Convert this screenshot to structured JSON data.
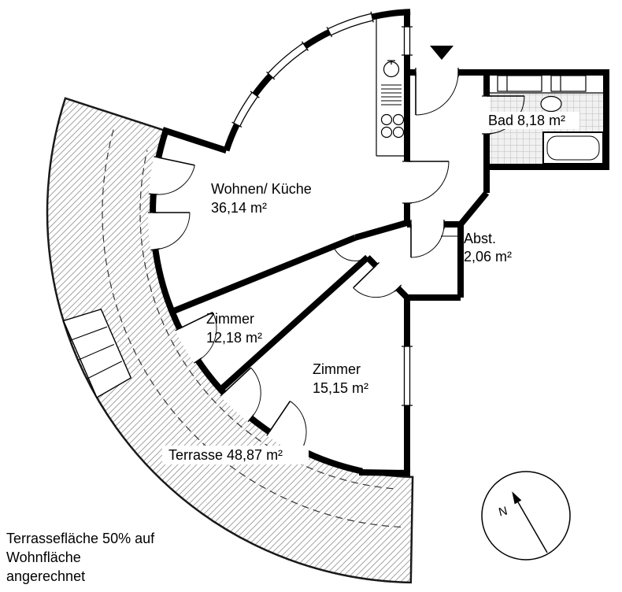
{
  "rooms": {
    "living": {
      "name": "Wohnen/ Küche",
      "area": "36,14 m²"
    },
    "bath": {
      "label": "Bad 8,18 m²"
    },
    "storage": {
      "name": "Abst.",
      "area": "2,06 m²"
    },
    "room1": {
      "name": "Zimmer",
      "area": "12,18 m²"
    },
    "room2": {
      "name": "Zimmer",
      "area": "15,15 m²"
    },
    "terrace": {
      "label": "Terrasse 48,87 m²"
    }
  },
  "note": {
    "line1": "Terrassefläche 50% auf",
    "line2": "Wohnfläche",
    "line3": "angerechnet"
  },
  "compass": {
    "label": "N"
  },
  "colors": {
    "wall": "#000000",
    "hatch": "#9a9a9a",
    "tile_line": "#bcbcbc",
    "tile_bg": "#f1f1f1"
  }
}
